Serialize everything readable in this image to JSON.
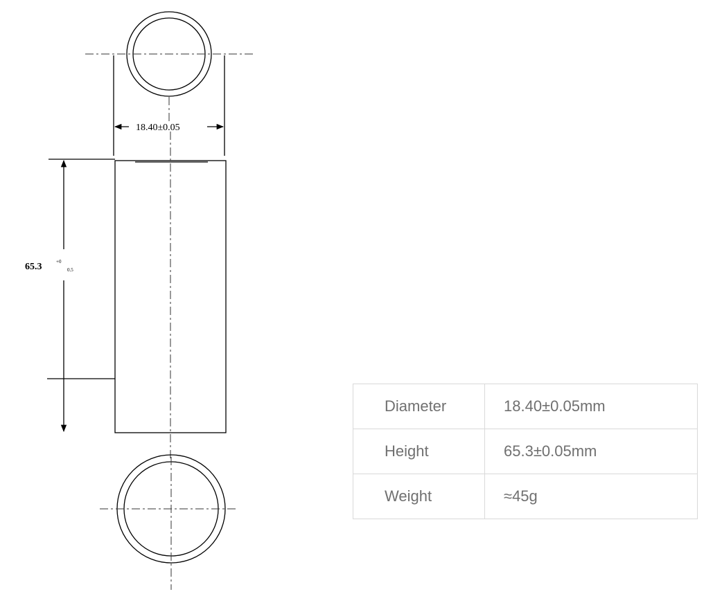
{
  "drawing": {
    "diameter_label": "18.40±0.05",
    "height_label_main": "65.3",
    "height_label_upper": "+0",
    "height_label_lower": "0.5"
  },
  "specs": [
    {
      "label": "Diameter",
      "value": "18.40±0.05mm"
    },
    {
      "label": "Height",
      "value": "65.3±0.05mm"
    },
    {
      "label": "Weight",
      "value": "≈45g"
    }
  ]
}
